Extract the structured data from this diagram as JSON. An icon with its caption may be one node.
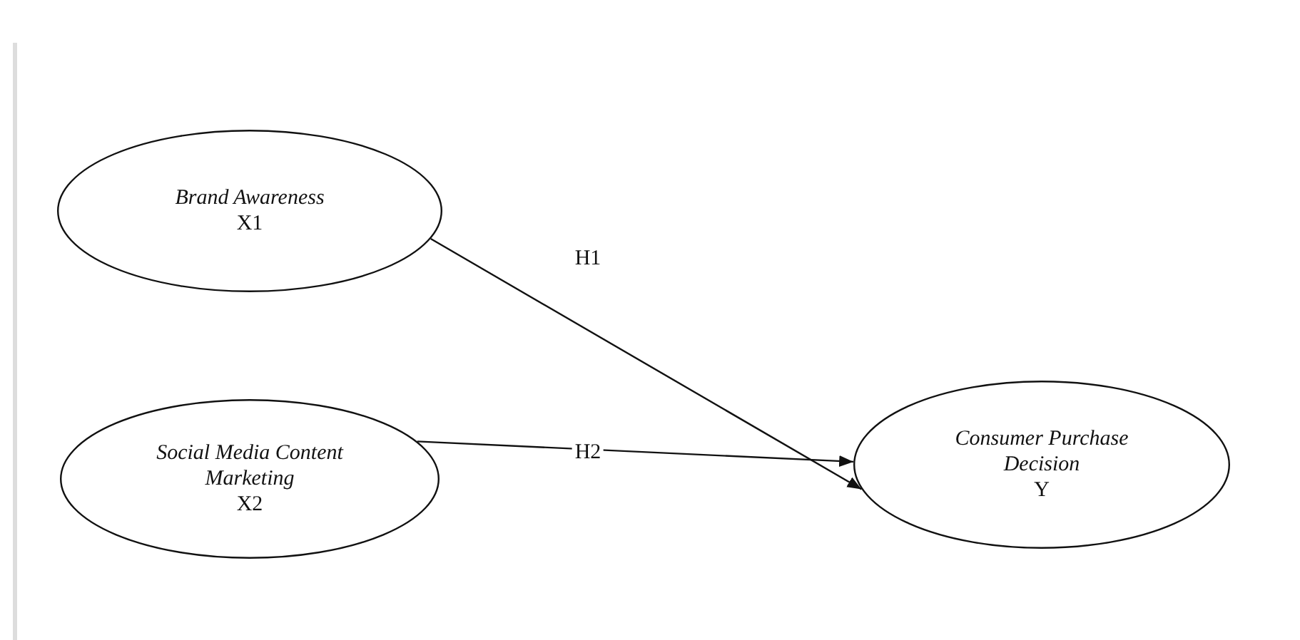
{
  "diagram": {
    "nodes": [
      {
        "text": [
          "Brand Awareness",
          "X1"
        ]
      },
      {
        "text": [
          "Social Media Content Marketing",
          "X2"
        ]
      },
      {
        "text": [
          "Consumer Purchase Decision",
          "Y"
        ]
      }
    ],
    "edges": [
      {
        "from": 0,
        "to": 2,
        "arrow": "to",
        "label": "H1"
      },
      {
        "from": 1,
        "to": 2,
        "arrow": "to",
        "label": "H2"
      }
    ]
  }
}
